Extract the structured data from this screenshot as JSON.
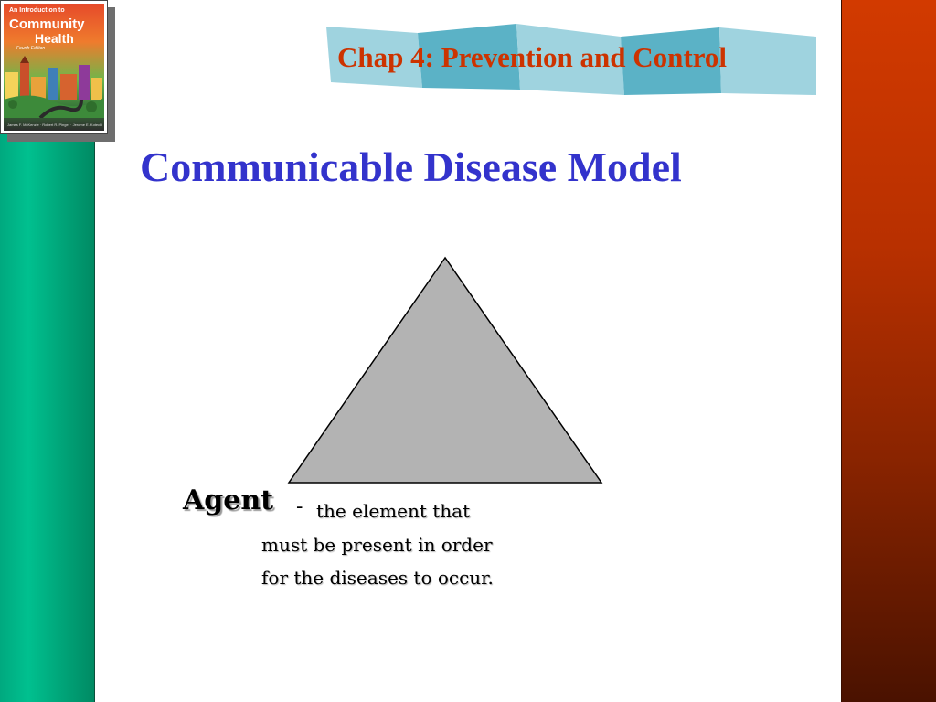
{
  "slide": {
    "chapter_title": "Chap 4: Prevention and Control",
    "title": "Communicable Disease Model",
    "book": {
      "line1": "An Introduction to",
      "line2": "Community",
      "line3": "Health",
      "line4": "Fourth Edition",
      "authors": "James F. McKenzie · Robert R. Pinger · Jerome E. Kotecki"
    },
    "diagram": {
      "agent_label": "Agent",
      "dash": "-",
      "description_lines": [
        "the element that",
        "must be present in order",
        "for  the diseases to occur."
      ]
    }
  },
  "colors": {
    "chapter_title": "#cc3300",
    "title": "#3333cc",
    "triangle_fill": "#b3b3b3",
    "left_bar": "#00a97f",
    "right_bar": "#b83000",
    "banner": "#8ec9d8"
  }
}
